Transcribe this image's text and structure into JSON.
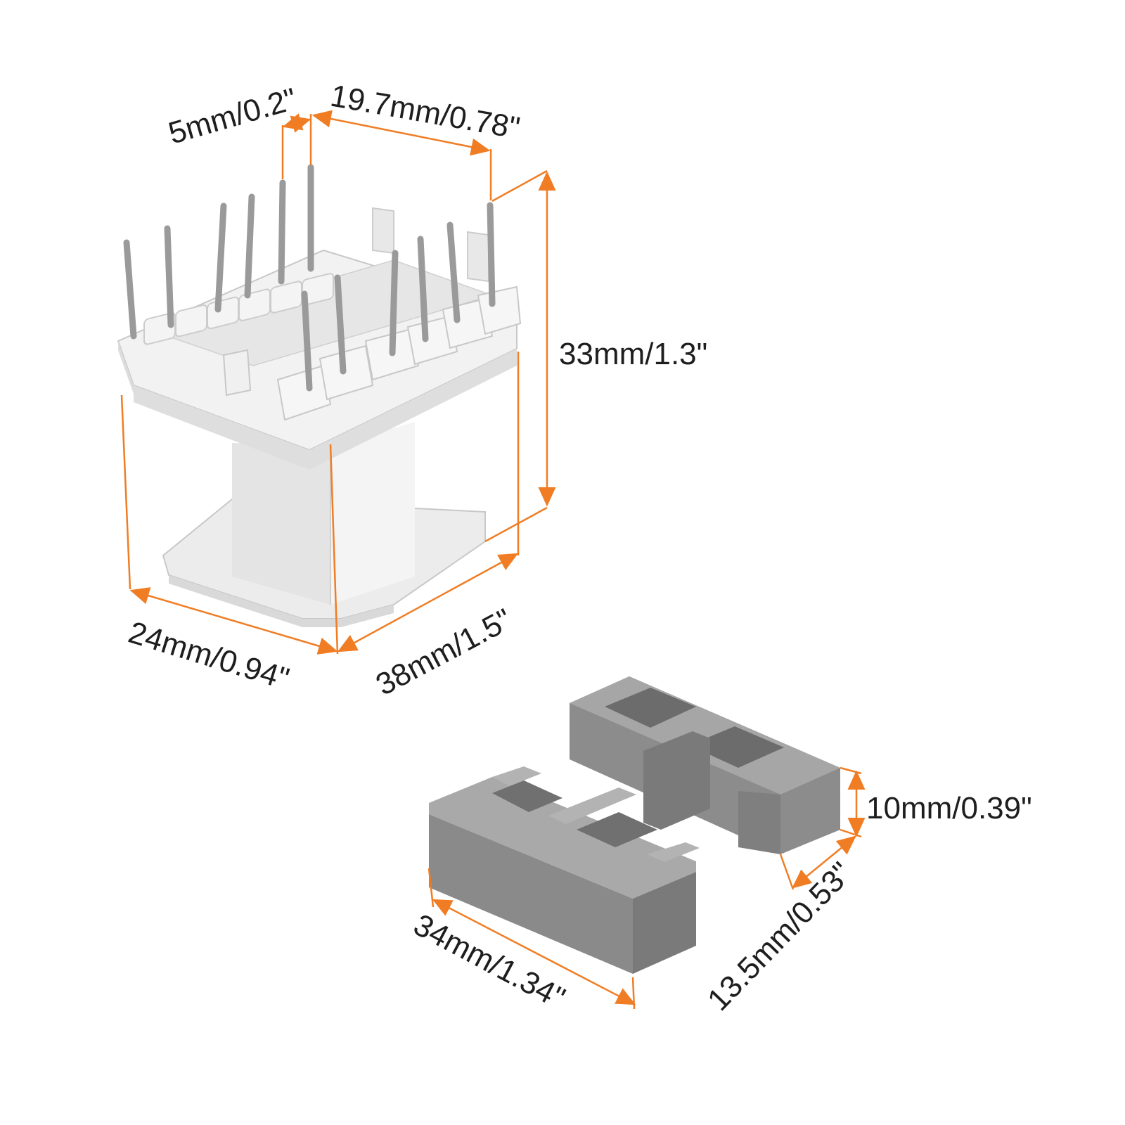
{
  "colors": {
    "dimension_line": "#f07d24",
    "label_text": "#1e1e1e",
    "bobbin_body": "#efefef",
    "bobbin_shadow": "#d6d6d6",
    "bobbin_edge": "#c8c8c8",
    "pin_metal": "#9a9a9a",
    "core_face": "#8a8a8a",
    "core_top": "#a9a9a9",
    "core_dark": "#6c6c6c"
  },
  "dimensions": {
    "pin_pitch": "5mm/0.2\"",
    "pin_row_span": "19.7mm/0.78\"",
    "bobbin_height": "33mm/1.3\"",
    "bobbin_width": "24mm/0.94\"",
    "bobbin_length": "38mm/1.5\"",
    "core_height": "10mm/0.39\"",
    "core_depth": "13.5mm/0.53\"",
    "core_length": "34mm/1.34\""
  },
  "components": {
    "bobbin": {
      "name": "coil-bobbin",
      "back_pins": 6,
      "front_pins": 6
    },
    "core": {
      "name": "ferrite-e-core",
      "pieces": 2
    }
  }
}
